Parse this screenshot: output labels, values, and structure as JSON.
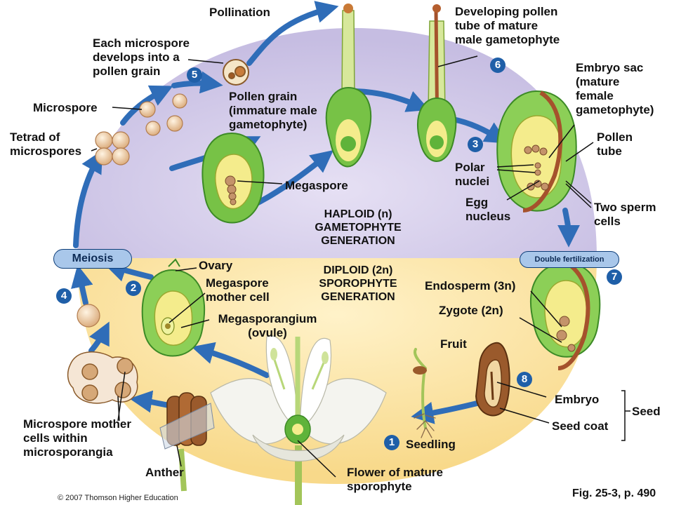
{
  "labels": {
    "pollination": "Pollination",
    "developing_tube": "Developing pollen\ntube of mature\nmale gametophyte",
    "each_microspore": "Each microspore\ndevelops into a\npollen grain",
    "microspore": "Microspore",
    "tetrad": "Tetrad of\nmicrospores",
    "pollen_grain": "Pollen grain\n(immature male\ngametophyte)",
    "embryo_sac": "Embryo sac\n(mature\nfemale\ngametophyte)",
    "pollen_tube": "Pollen\ntube",
    "polar_nuclei": "Polar\nnuclei",
    "egg_nucleus": "Egg\nnucleus",
    "two_sperm": "Two sperm\ncells",
    "megaspore": "Megaspore",
    "ovary": "Ovary",
    "megaspore_mother": "Megaspore\nmother cell",
    "megasporangium": "Megasporangium\n(ovule)",
    "endosperm": "Endosperm (3n)",
    "zygote": "Zygote (2n)",
    "fruit": "Fruit",
    "embryo": "Embryo",
    "seed_coat": "Seed coat",
    "seed": "Seed",
    "seedling": "Seedling",
    "microspore_mother": "Microspore mother\ncells within\nmicrosporangia",
    "anther": "Anther",
    "flower": "Flower of mature\nsporophyte"
  },
  "generations": {
    "haploid": "HAPLOID (n)\nGAMETOPHYTE\nGENERATION",
    "diploid": "DIPLOID (2n)\nSPOROPHYTE\nGENERATION"
  },
  "stages": {
    "meiosis": "Meiosis",
    "double_fertilization": "Double fertilization"
  },
  "steps": [
    "1",
    "2",
    "3",
    "4",
    "5",
    "6",
    "7",
    "8"
  ],
  "footer": {
    "figure": "Fig. 25-3, p. 490",
    "copyright": "© 2007 Thomson Higher Education"
  },
  "colors": {
    "haploid_bg": "#cfc6e6",
    "diploid_bg": "#fbe3a6",
    "arrow": "#2f6db8",
    "ovule_green": "#6cbf3e",
    "inner_yellow": "#f4ec8c",
    "tube_brown": "#a5522c",
    "step_badge": "#1f5fa8"
  }
}
